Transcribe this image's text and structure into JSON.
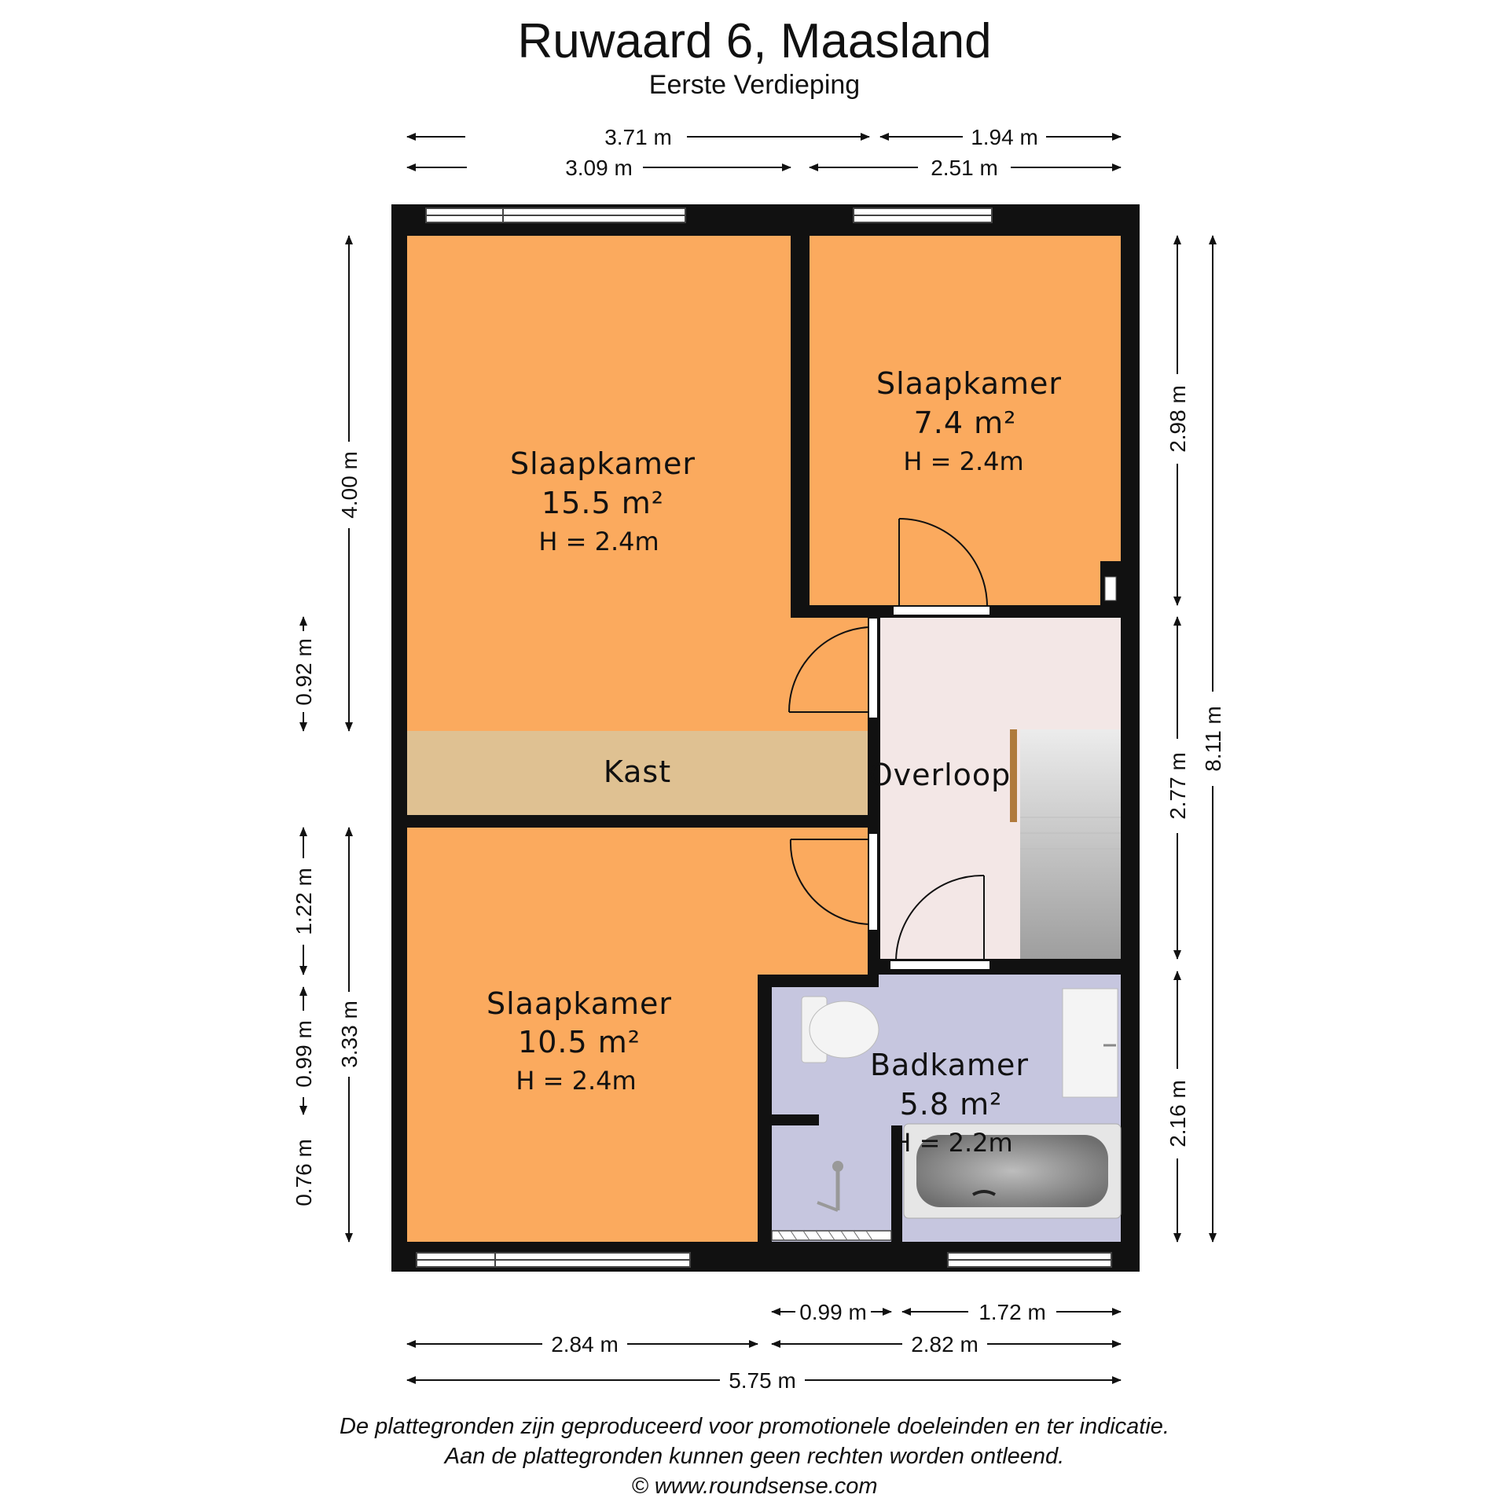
{
  "header": {
    "title": "Ruwaard 6, Maasland",
    "subtitle": "Eerste Verdieping"
  },
  "rooms": {
    "bedroom_large": {
      "name": "Slaapkamer",
      "area": "15.5 m²",
      "height": "H = 2.4m"
    },
    "bedroom_small": {
      "name": "Slaapkamer",
      "area": "7.4 m²",
      "height": "H = 2.4m"
    },
    "bedroom_bottom": {
      "name": "Slaapkamer",
      "area": "10.5 m²",
      "height": "H = 2.4m"
    },
    "closet": {
      "name": "Kast"
    },
    "landing": {
      "name": "Overloop"
    },
    "bathroom": {
      "name": "Badkamer",
      "area": "5.8 m²",
      "height": "H = 2.2m"
    }
  },
  "dimensions": {
    "top_row1": [
      "3.71 m",
      "1.94 m"
    ],
    "top_row2": [
      "3.09 m",
      "2.51 m"
    ],
    "left_outer": [
      "4.00 m",
      "3.33 m"
    ],
    "left_inner": [
      "0.92 m",
      "1.22 m",
      "0.99 m",
      "0.76 m"
    ],
    "right_inner": [
      "2.98 m",
      "2.77 m",
      "2.16 m"
    ],
    "right_outer": "8.11 m",
    "bottom_row1": [
      "0.99 m",
      "1.72 m"
    ],
    "bottom_row2": [
      "2.84 m",
      "2.82 m"
    ],
    "bottom_total": "5.75 m"
  },
  "colors": {
    "bedroom": "#fbaa5e",
    "closet": "#dfc192",
    "landing": "#f3e7e6",
    "bathroom": "#c6c6df",
    "wall": "#111111"
  },
  "footer": {
    "line1": "De plattegronden zijn geproduceerd voor promotionele doeleinden en ter indicatie.",
    "line2": "Aan de plattegronden kunnen geen rechten worden ontleend.",
    "line3": "© www.roundsense.com"
  }
}
